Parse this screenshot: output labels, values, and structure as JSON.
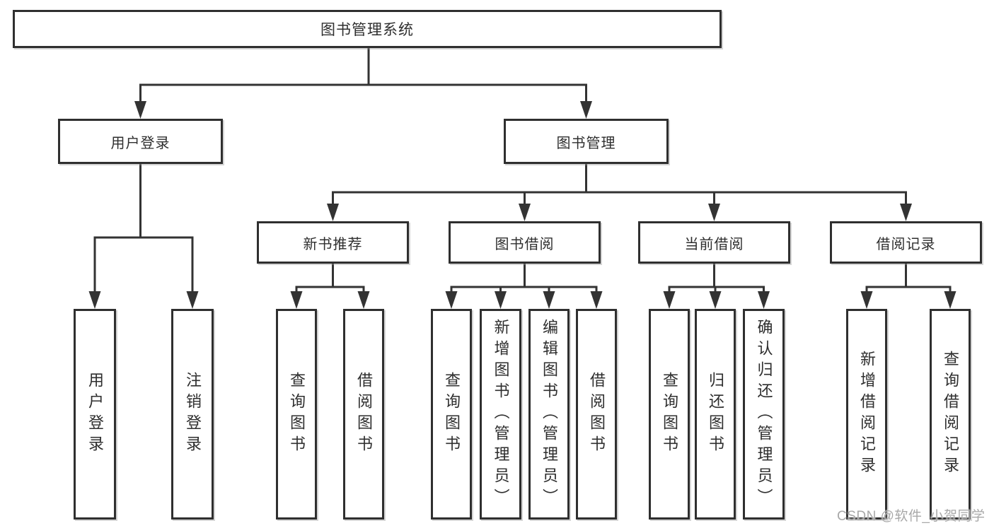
{
  "diagram_type": "hierarchy-diagram",
  "tree": {
    "root": {
      "label": "图书管理系统"
    },
    "children": [
      {
        "label": "用户登录",
        "children": [
          {
            "label": "用户登录"
          },
          {
            "label": "注销登录"
          }
        ]
      },
      {
        "label": "图书管理",
        "children": [
          {
            "label": "新书推荐",
            "children": [
              {
                "label": "查询图书"
              },
              {
                "label": "借阅图书"
              }
            ]
          },
          {
            "label": "图书借阅",
            "children": [
              {
                "label": "查询图书"
              },
              {
                "label": "新增图书（管理员）"
              },
              {
                "label": "编辑图书（管理员）"
              },
              {
                "label": "借阅图书"
              }
            ]
          },
          {
            "label": "当前借阅",
            "children": [
              {
                "label": "查询图书"
              },
              {
                "label": "归还图书"
              },
              {
                "label": "确认归还（管理员）"
              }
            ]
          },
          {
            "label": "借阅记录",
            "children": [
              {
                "label": "新增借阅记录"
              },
              {
                "label": "查询借阅记录"
              }
            ]
          }
        ]
      }
    ]
  },
  "watermark": {
    "text": "CSDN @软件_小贺同学"
  },
  "colors": {
    "line": "#333333",
    "box_border": "#2f2f2f",
    "text": "#2e2e2e",
    "watermark": "#a8a8a8",
    "background": "#ffffff"
  }
}
